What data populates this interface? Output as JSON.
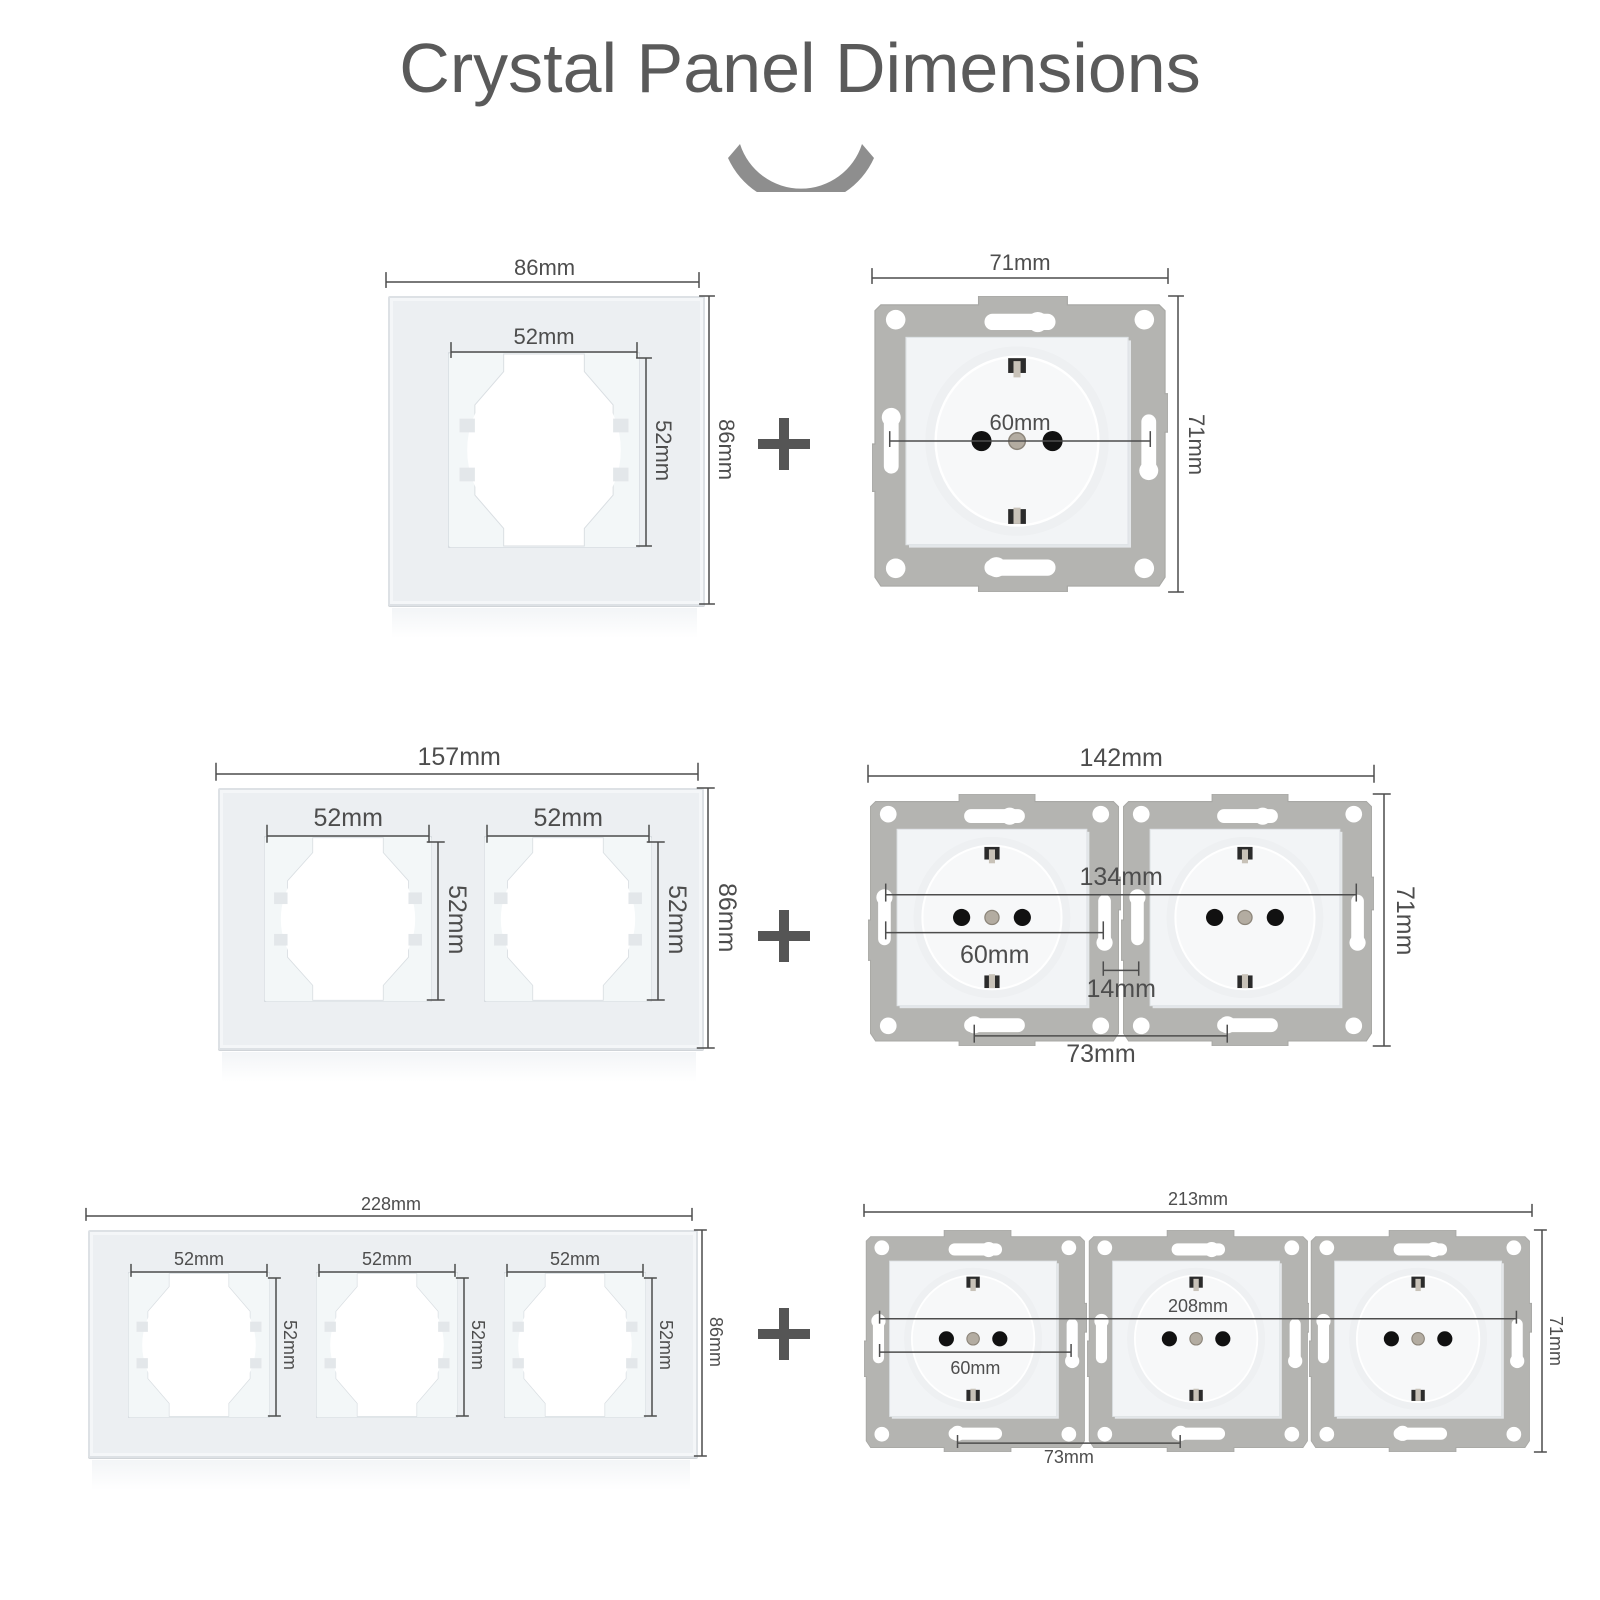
{
  "header": {
    "title": "Crystal Panel Dimensions",
    "arc_icon": "chevron-down-arc-icon"
  },
  "colors": {
    "text": "#5a5a5a",
    "dimension_line": "#4d4d4d",
    "glass_fill": "#eceff2",
    "glass_cutout": "#f3f7f8",
    "module_frame": "#b4b4b1",
    "socket_face": "#f2f4f6",
    "arc": "#8e8e8e",
    "plus": "#555555"
  },
  "rows": [
    {
      "name": "single",
      "plus_label": "+",
      "panel": {
        "width_label": "86mm",
        "height_label": "86mm",
        "opening_width_label": "52mm",
        "opening_height_label": "52mm",
        "openings": 1
      },
      "module": {
        "width_label": "71mm",
        "height_label": "71mm",
        "screw_spacing_label": "60mm",
        "sockets": 1
      }
    },
    {
      "name": "double",
      "plus_label": "+",
      "panel": {
        "width_label": "157mm",
        "height_label": "86mm",
        "opening_width_label": "52mm",
        "opening_height_label": "52mm",
        "openings": 2
      },
      "module": {
        "width_label": "142mm",
        "height_label": "71mm",
        "screw_spacing_label": "60mm",
        "outer_spacing_label": "134mm",
        "gap_label": "14mm",
        "pitch_label": "73mm",
        "sockets": 2
      }
    },
    {
      "name": "triple",
      "plus_label": "+",
      "panel": {
        "width_label": "228mm",
        "height_label": "86mm",
        "opening_width_label": "52mm",
        "opening_height_label": "52mm",
        "openings": 3
      },
      "module": {
        "width_label": "213mm",
        "height_label": "71mm",
        "screw_spacing_label": "60mm",
        "outer_spacing_label": "208mm",
        "pitch_label": "73mm",
        "sockets": 3
      }
    }
  ]
}
